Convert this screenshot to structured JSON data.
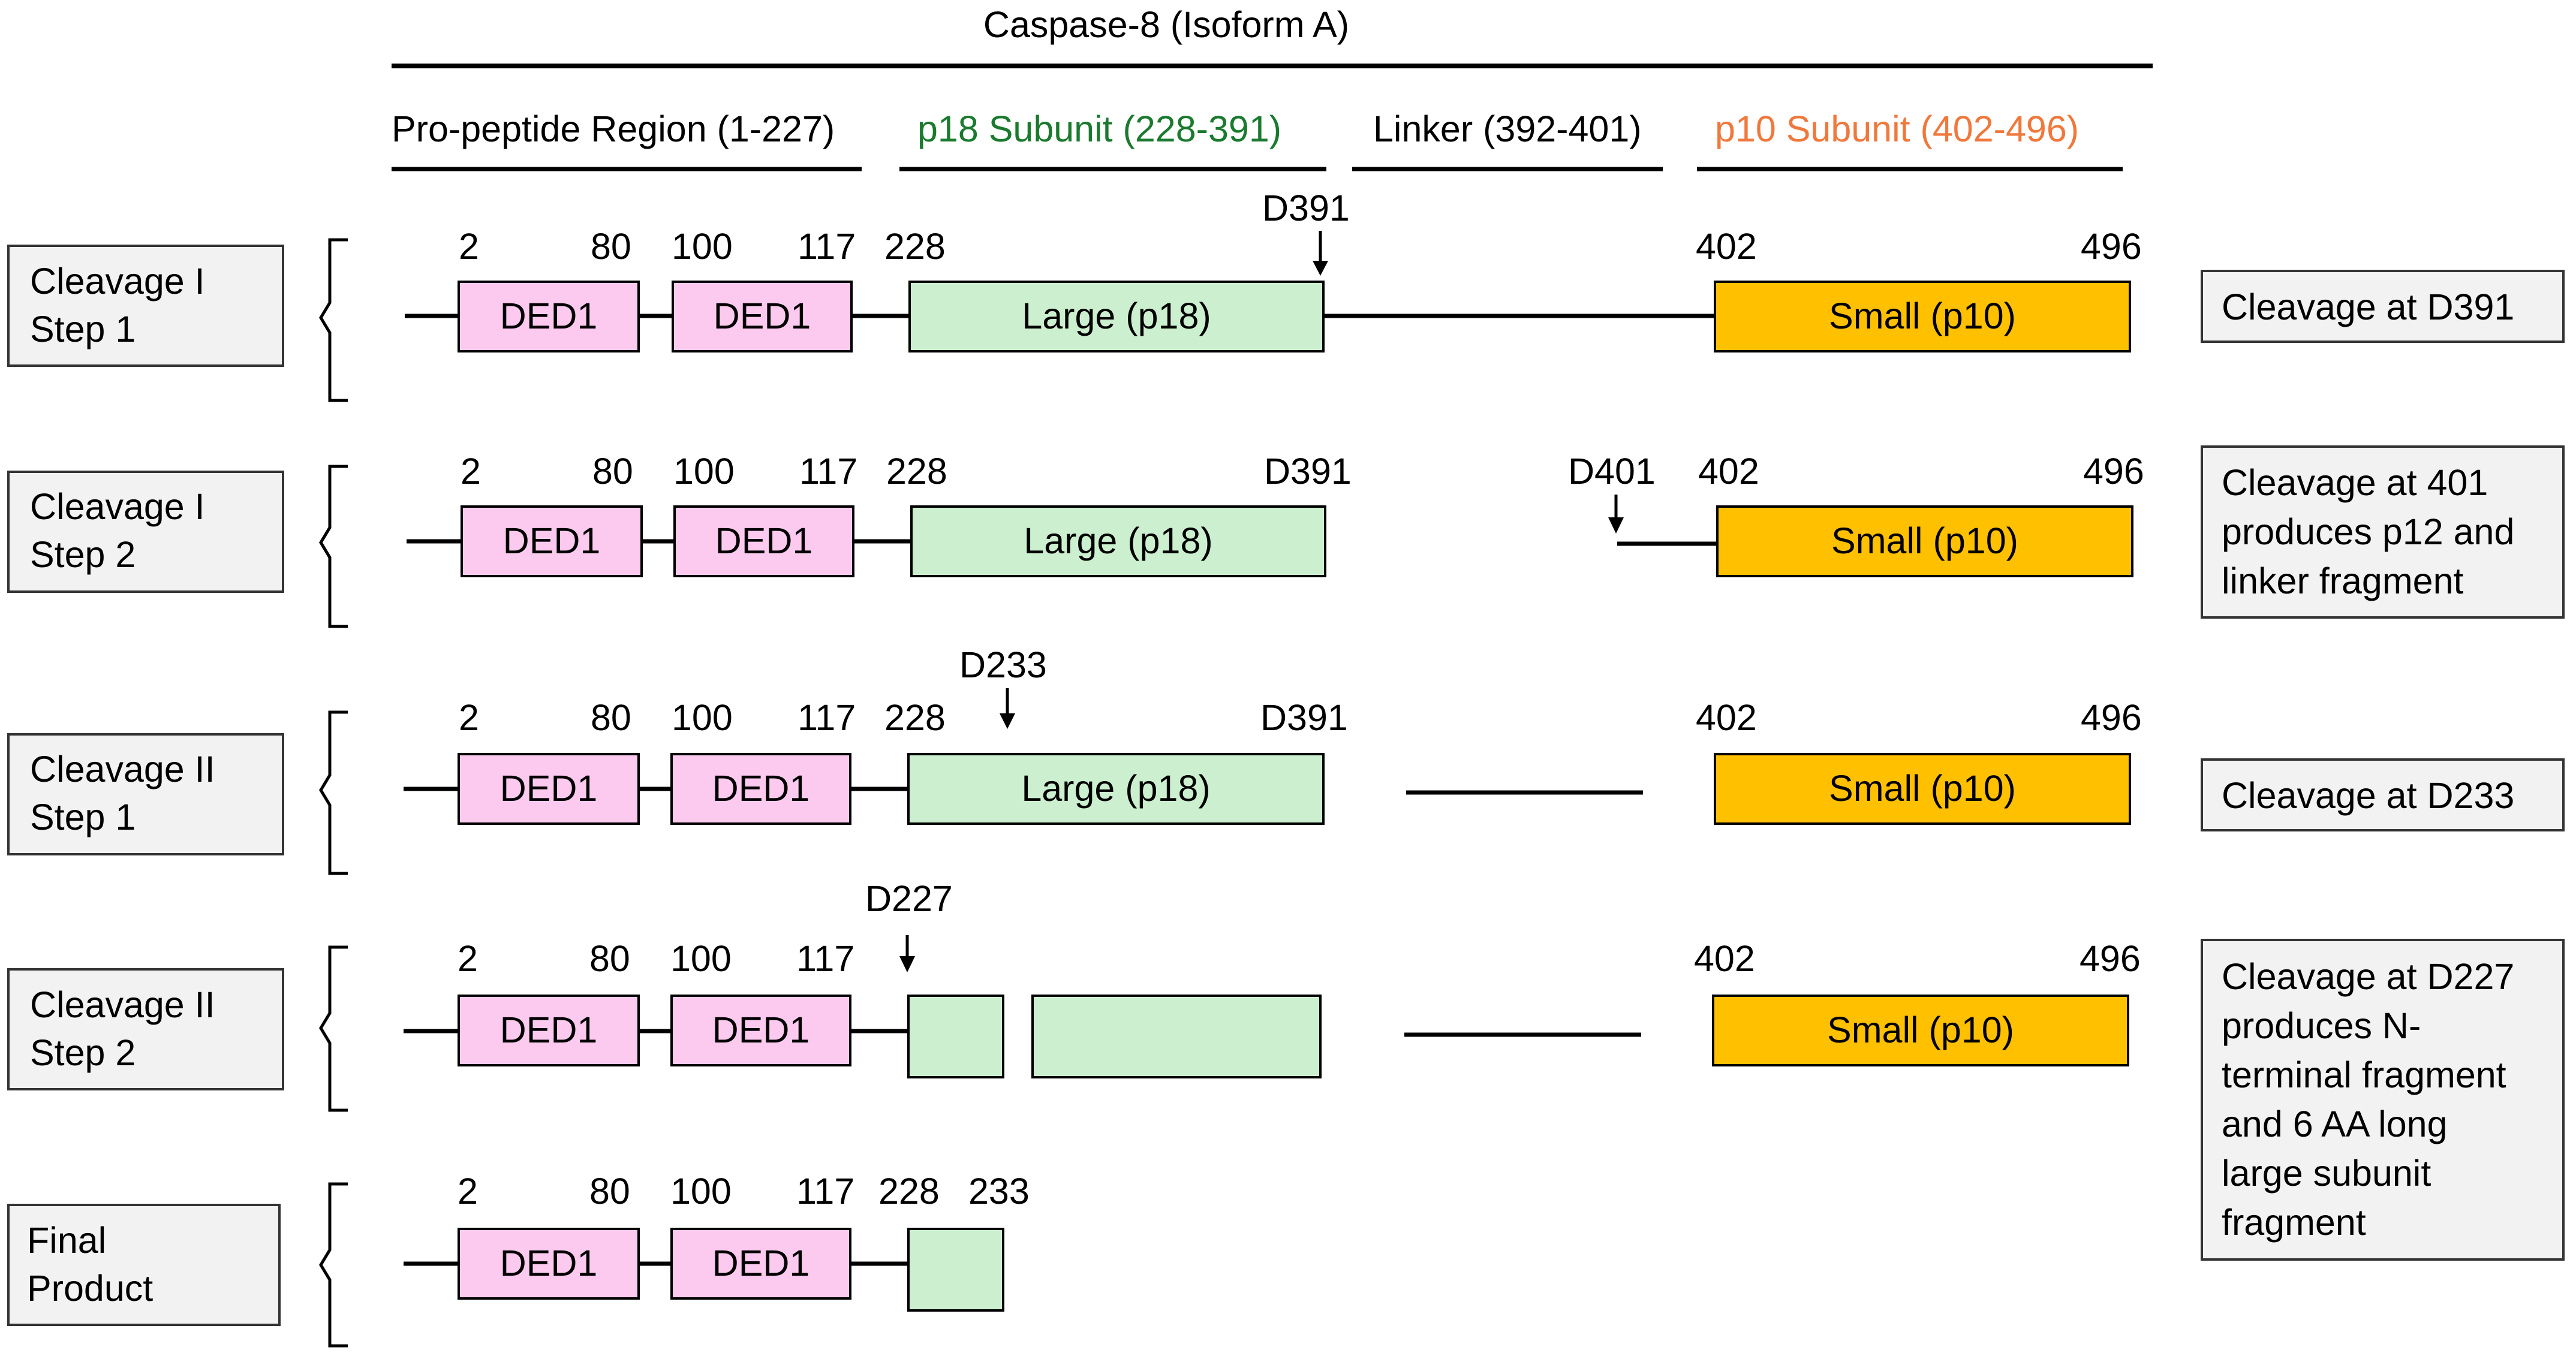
{
  "title": "Caspase-8 (Isoform A)",
  "regions": [
    {
      "label": "Pro-peptide Region (1-227)",
      "color": "#000000"
    },
    {
      "label": "p18 Subunit (228-391)",
      "color": "#1a7a2e"
    },
    {
      "label": "Linker (392-401)",
      "color": "#000000"
    },
    {
      "label": "p10 Subunit (402-496)",
      "color": "#f0783c"
    }
  ],
  "colors": {
    "ded": "#fbcaee",
    "large": "#ccf0cf",
    "small": "#ffc000",
    "step_box": "#f2f2f2",
    "line": "#000000"
  },
  "ded_label": "DED1",
  "large_label": "Large (p18)",
  "small_label": "Small (p10)",
  "rows": [
    {
      "step_lines": [
        "Cleavage I",
        "Step 1"
      ],
      "nums": {
        "n2": "2",
        "n80": "80",
        "n100": "100",
        "n117": "117",
        "n228": "228",
        "n402": "402",
        "n496": "496"
      },
      "site": "D391",
      "note_lines": [
        "Cleavage at D391"
      ]
    },
    {
      "step_lines": [
        "Cleavage I",
        "Step 2"
      ],
      "nums": {
        "n2": "2",
        "n80": "80",
        "n100": "100",
        "n117": "117",
        "n228": "228",
        "d391": "D391",
        "n402": "402",
        "n496": "496"
      },
      "site": "D401",
      "note_lines": [
        "Cleavage at 401",
        "produces p12 and",
        "linker fragment"
      ]
    },
    {
      "step_lines": [
        "Cleavage II",
        "Step 1"
      ],
      "nums": {
        "n2": "2",
        "n80": "80",
        "n100": "100",
        "n117": "117",
        "n228": "228",
        "d391": "D391",
        "n402": "402",
        "n496": "496"
      },
      "site": "D233",
      "note_lines": [
        "Cleavage at D233"
      ]
    },
    {
      "step_lines": [
        "Cleavage II",
        "Step 2"
      ],
      "nums": {
        "n2": "2",
        "n80": "80",
        "n100": "100",
        "n117": "117",
        "n402": "402",
        "n496": "496"
      },
      "site": "D227",
      "note_lines": [
        "Cleavage at D227",
        "produces N-",
        "terminal fragment",
        "and 6 AA long",
        "large subunit",
        "fragment"
      ]
    },
    {
      "step_lines": [
        "Final",
        "Product"
      ],
      "nums": {
        "n2": "2",
        "n80": "80",
        "n100": "100",
        "n117": "117",
        "n228": "228",
        "n233": "233"
      },
      "note_lines": []
    }
  ]
}
